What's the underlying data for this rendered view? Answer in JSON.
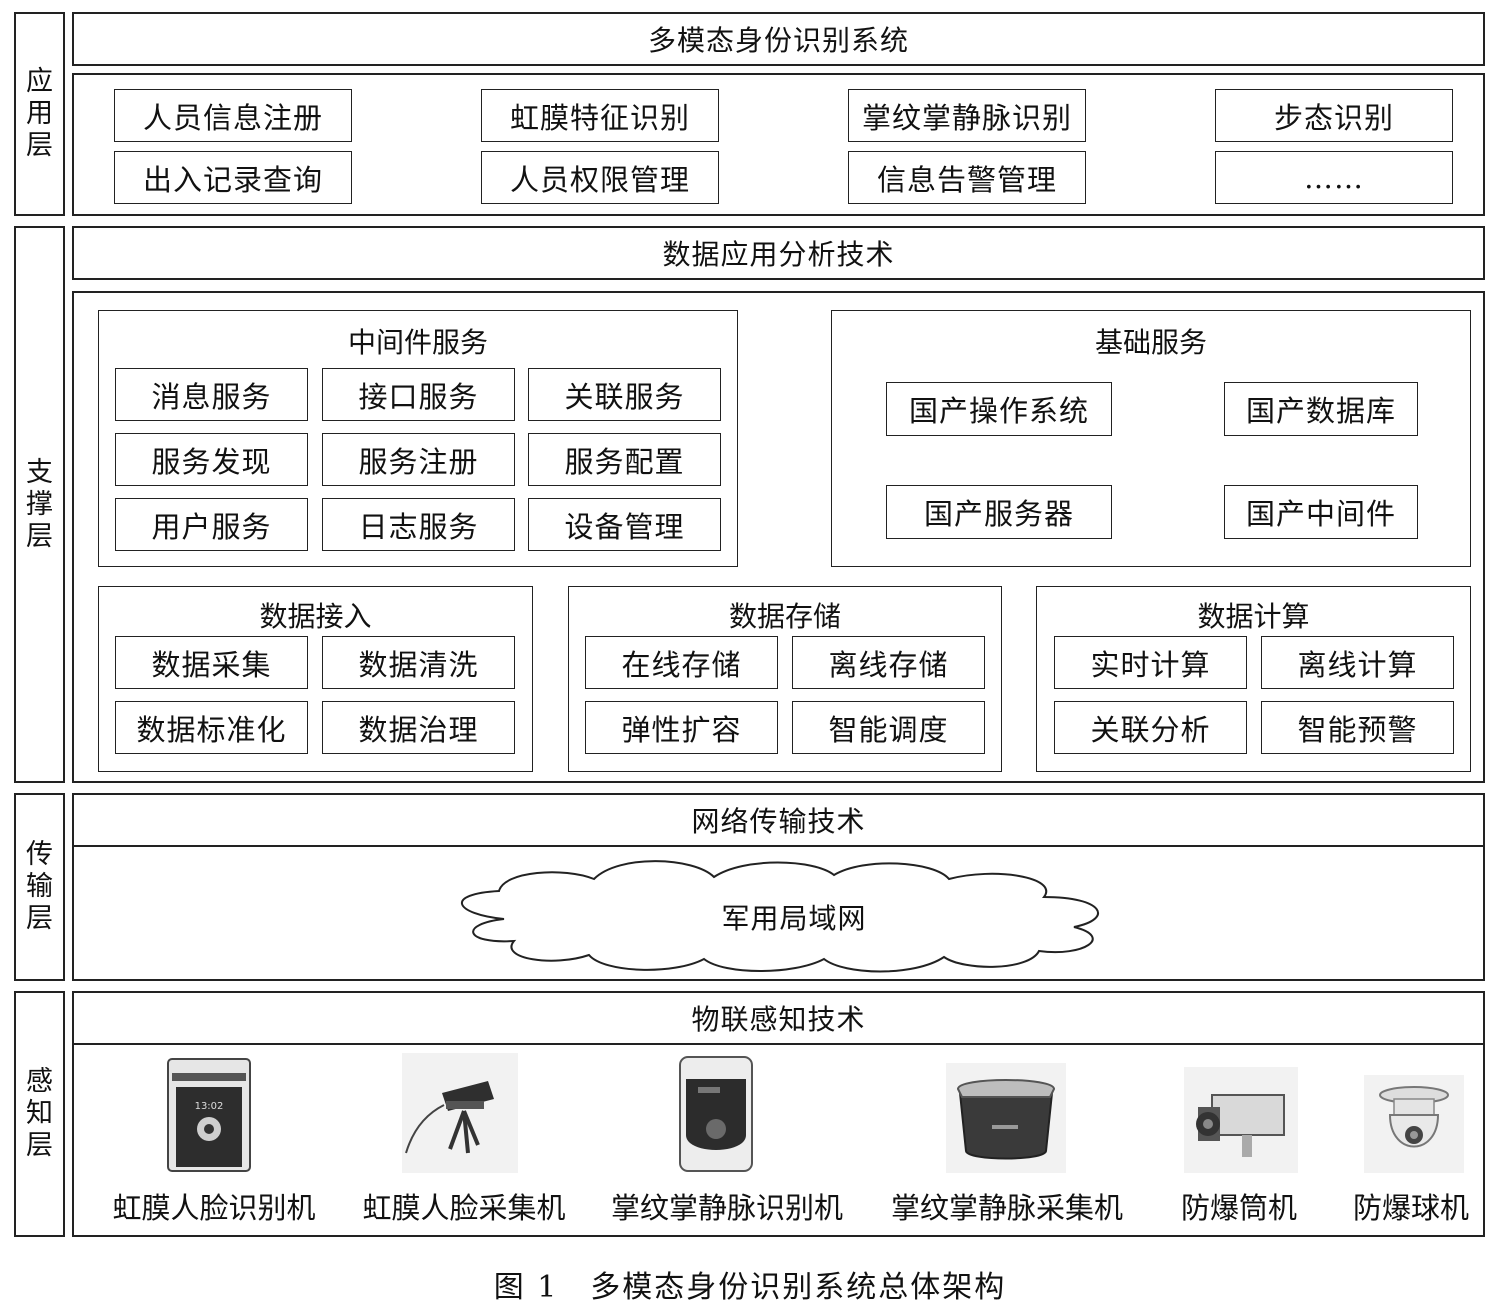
{
  "layers": {
    "application": "应用层",
    "support": "支撑层",
    "transport": "传输层",
    "perception": "感知层"
  },
  "application": {
    "header": "多模态身份识别系统",
    "items": [
      [
        "人员信息注册",
        "虹膜特征识别",
        "掌纹掌静脉识别",
        "步态识别"
      ],
      [
        "出入记录查询",
        "人员权限管理",
        "信息告警管理",
        "……"
      ]
    ]
  },
  "support": {
    "header": "数据应用分析技术",
    "middleware": {
      "title": "中间件服务",
      "items": [
        [
          "消息服务",
          "接口服务",
          "关联服务"
        ],
        [
          "服务发现",
          "服务注册",
          "服务配置"
        ],
        [
          "用户服务",
          "日志服务",
          "设备管理"
        ]
      ]
    },
    "basic": {
      "title": "基础服务",
      "items": [
        "国产操作系统",
        "国产数据库",
        "国产服务器",
        "国产中间件"
      ]
    },
    "access": {
      "title": "数据接入",
      "items": [
        "数据采集",
        "数据清洗",
        "数据标准化",
        "数据治理"
      ]
    },
    "storage": {
      "title": "数据存储",
      "items": [
        "在线存储",
        "离线存储",
        "弹性扩容",
        "智能调度"
      ]
    },
    "compute": {
      "title": "数据计算",
      "items": [
        "实时计算",
        "离线计算",
        "关联分析",
        "智能预警"
      ]
    }
  },
  "transport": {
    "header": "网络传输技术",
    "cloud": "军用局域网"
  },
  "perception": {
    "header": "物联感知技术",
    "devices": [
      "虹膜人脸识别机",
      "虹膜人脸采集机",
      "掌纹掌静脉识别机",
      "掌纹掌静脉采集机",
      "防爆筒机",
      "防爆球机"
    ]
  },
  "caption": "图 1　多模态身份识别系统总体架构"
}
